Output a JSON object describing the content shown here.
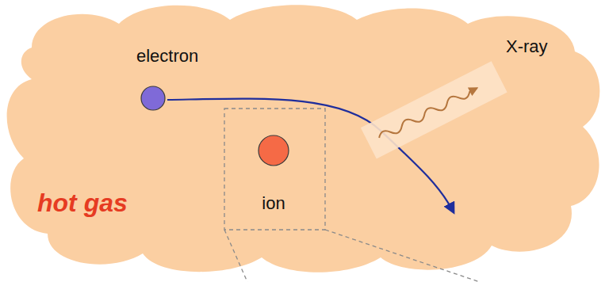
{
  "diagram": {
    "nodes": [
      {
        "text": [
          "hot gas"
        ]
      },
      {
        "text": [
          "electron"
        ],
        "in": 0
      },
      {
        "text": [
          "ion"
        ],
        "in": 0
      }
    ],
    "labels": [
      "X-ray"
    ]
  }
}
